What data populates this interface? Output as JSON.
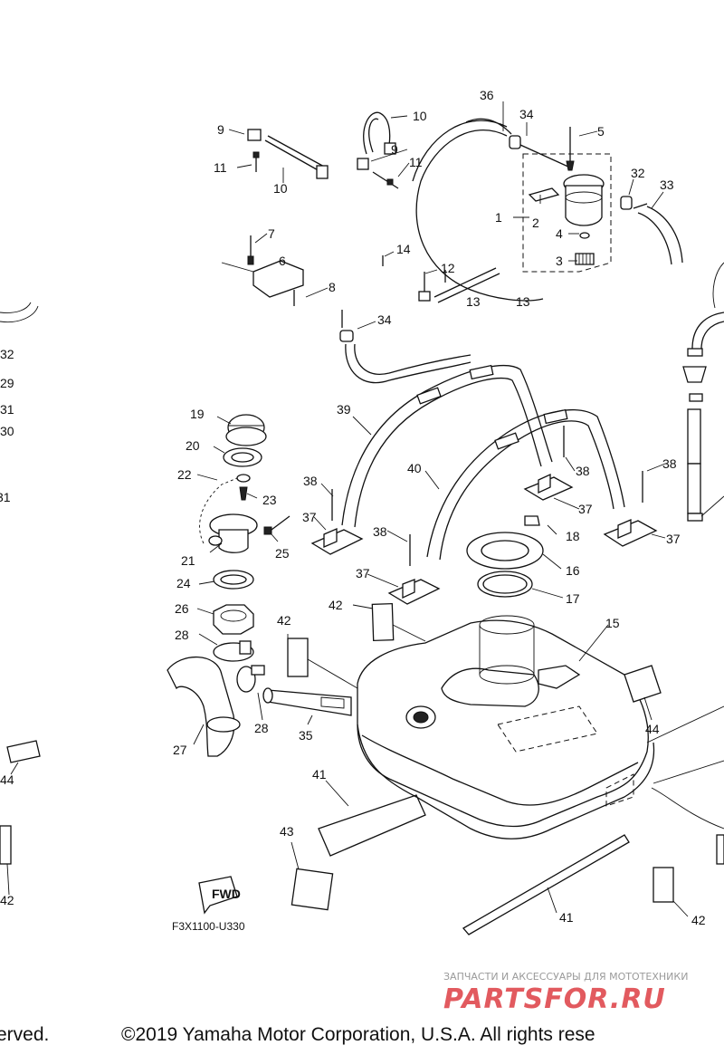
{
  "diagram": {
    "code": "F3X1100-U330",
    "fwd_label": "FWD",
    "callouts": {
      "c1": "1",
      "c2": "2",
      "c3": "3",
      "c4": "4",
      "c5": "5",
      "c6": "6",
      "c7": "7",
      "c8": "8",
      "c9a": "9",
      "c9b": "9",
      "c10a": "10",
      "c10b": "10",
      "c11a": "11",
      "c11b": "11",
      "c12": "12",
      "c13": "13",
      "c14": "14",
      "c15": "15",
      "c16": "16",
      "c17": "17",
      "c18": "18",
      "c19": "19",
      "c20": "20",
      "c21": "21",
      "c22": "22",
      "c23": "23",
      "c24": "24",
      "c25": "25",
      "c26": "26",
      "c27": "27",
      "c28a": "28",
      "c28b": "28",
      "c29": "29",
      "c30": "30",
      "c31a": "31",
      "c31b": "31",
      "c32a": "32",
      "c32b": "32",
      "c33": "33",
      "c34a": "34",
      "c34b": "34",
      "c35": "35",
      "c36": "36",
      "c37a": "37",
      "c37b": "37",
      "c37c": "37",
      "c37d": "37",
      "c38a": "38",
      "c38b": "38",
      "c38c": "38",
      "c38d": "38",
      "c39": "39",
      "c40": "40",
      "c41a": "41",
      "c41b": "41",
      "c42a": "42",
      "c42b": "42",
      "c42c": "42",
      "c42d": "42",
      "c43": "43",
      "c44a": "44",
      "c44b": "44"
    }
  },
  "watermark": {
    "tagline": "ЗАПЧАСТИ И АКСЕССУАРЫ ДЛЯ МОТОТЕХНИКИ",
    "logo": "PARTSFOR.RU"
  },
  "footer": {
    "left_text": "erved.",
    "copyright": "©2019 Yamaha Motor Corporation, U.S.A. All rights rese"
  }
}
